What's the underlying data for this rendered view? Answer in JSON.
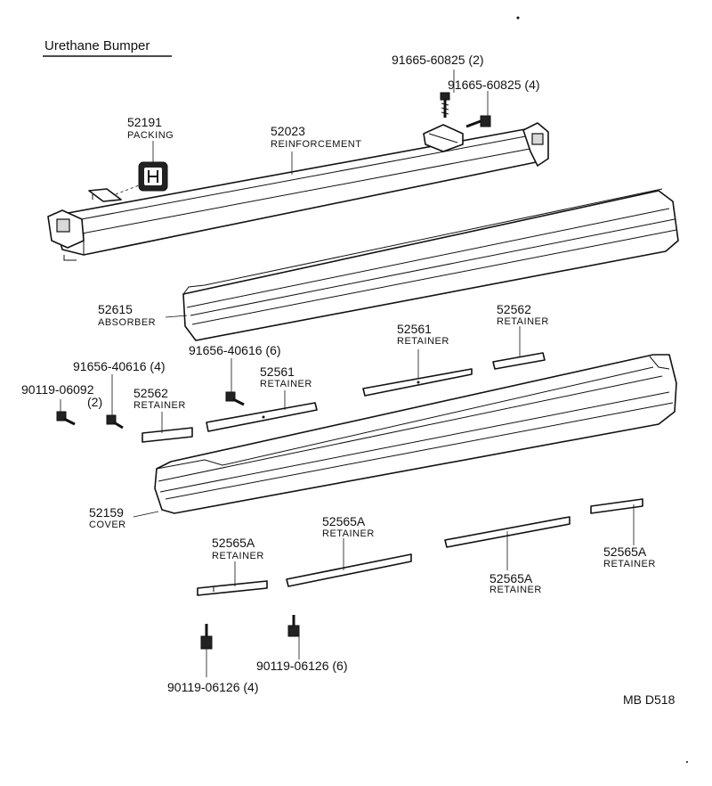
{
  "title": "Urethane Bumper",
  "footer": "MB  D518",
  "parts": {
    "p52191": {
      "number": "52191",
      "name": "PACKING"
    },
    "p52023": {
      "number": "52023",
      "name": "REINFORCEMENT"
    },
    "p91665a": {
      "number": "91665-60825 (2)"
    },
    "p91665b": {
      "number": "91665-60825 (4)"
    },
    "p52615": {
      "number": "52615",
      "name": "ABSORBER"
    },
    "p52561a": {
      "number": "52561",
      "name": "RETAINER"
    },
    "p52562a": {
      "number": "52562",
      "name": "RETAINER"
    },
    "p91656a": {
      "number": "91656-40616 (6)"
    },
    "p91656b": {
      "number": "91656-40616 (4)"
    },
    "p90119a": {
      "number": "90119-06092",
      "qty": "(2)"
    },
    "p52561b": {
      "number": "52561",
      "name": "RETAINER"
    },
    "p52562b": {
      "number": "52562",
      "name": "RETAINER"
    },
    "p52159": {
      "number": "52159",
      "name": "COVER"
    },
    "p52565a1": {
      "number": "52565A",
      "name": "RETAINER"
    },
    "p52565a2": {
      "number": "52565A",
      "name": "RETAINER"
    },
    "p52565a3": {
      "number": "52565A",
      "name": "RETAINER"
    },
    "p52565a4": {
      "number": "52565A",
      "name": "RETAINER"
    },
    "p90119b": {
      "number": "90119-06126 (6)"
    },
    "p90119c": {
      "number": "90119-06126 (4)"
    }
  }
}
